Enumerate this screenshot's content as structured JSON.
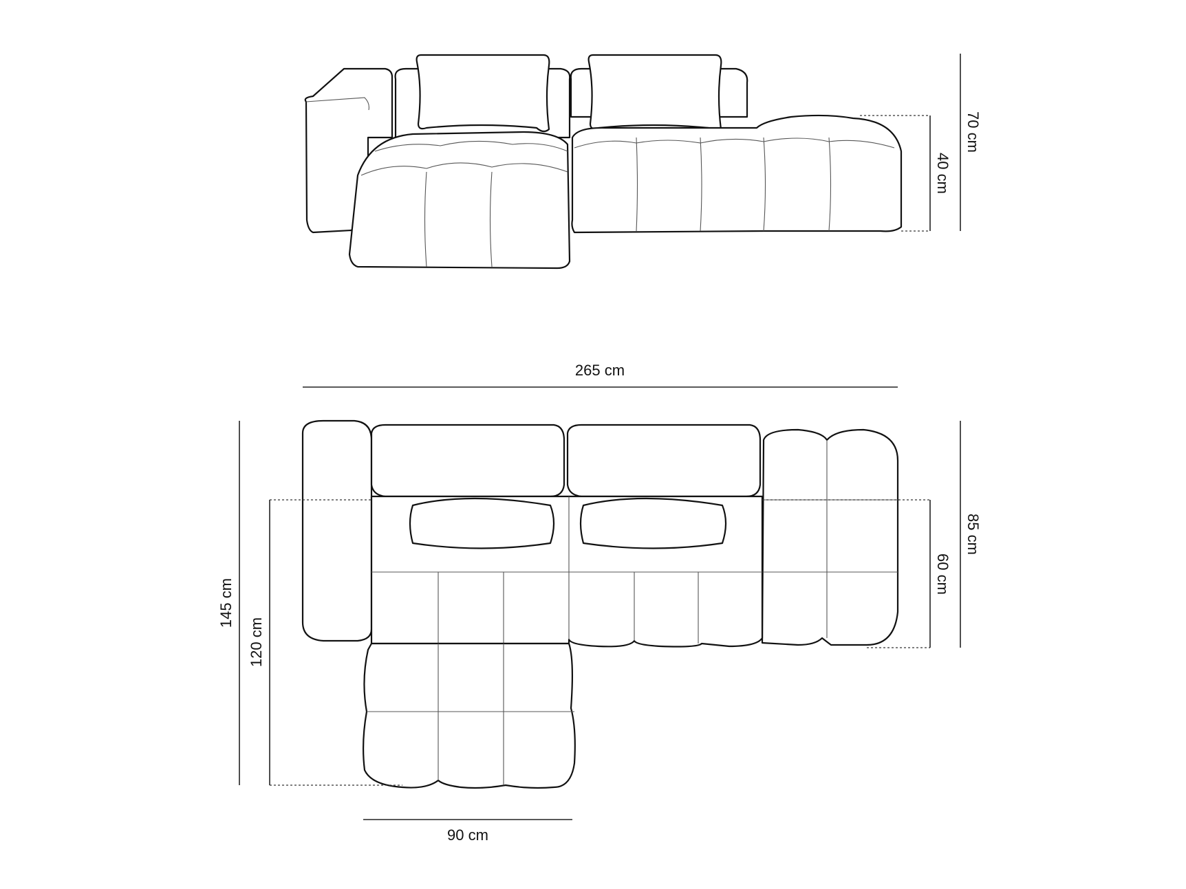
{
  "dimensions": {
    "total_width": "265 cm",
    "chaise_width": "90 cm",
    "total_depth": "145 cm",
    "chaise_seat_depth": "120 cm",
    "main_depth": "85 cm",
    "main_seat_depth": "60 cm",
    "total_height": "70 cm",
    "seat_height": "40 cm"
  }
}
